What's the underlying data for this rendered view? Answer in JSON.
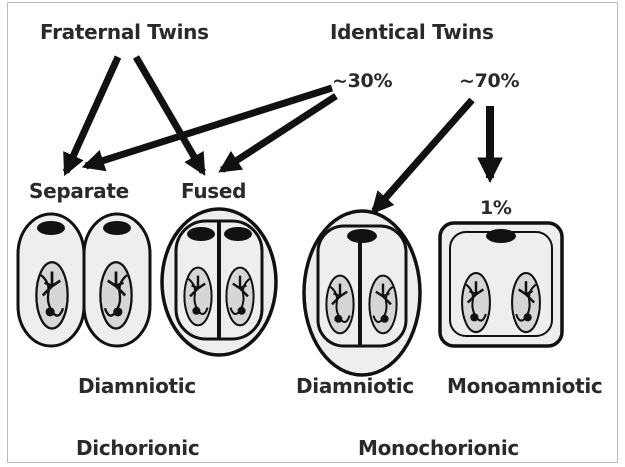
{
  "labels": {
    "fraternal_twins": "Fraternal Twins",
    "identical_twins": "Identical Twins",
    "pct_30": "~30%",
    "pct_70": "~70%",
    "separate": "Separate",
    "fused": "Fused",
    "pct_1": "1%",
    "diamniotic_left": "Diamniotic",
    "diamniotic_right": "Diamniotic",
    "monoamniotic": "Monoamniotic",
    "dichorionic": "Dichorionic",
    "monochorionic": "Monochorionic"
  },
  "colors": {
    "ink": "#111111",
    "text": "#2a2a2a",
    "fill": "#dcdcdc"
  }
}
